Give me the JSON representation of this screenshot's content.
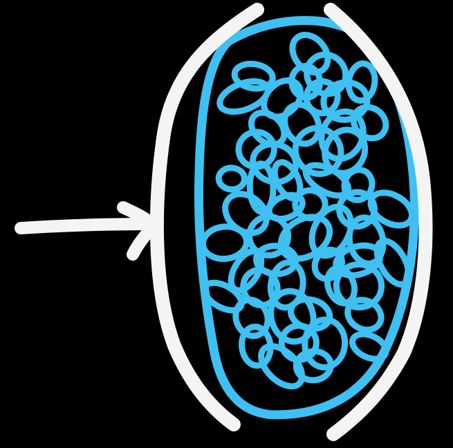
{
  "diagram": {
    "background_color": "#000000",
    "outline_color": "#f4f4f4",
    "scribble_color": "#3ec0f2",
    "elements": [
      {
        "name": "pointer-arrow",
        "kind": "arrow",
        "direction": "right"
      },
      {
        "name": "outer-boundary",
        "kind": "open-outline",
        "shape": "oval"
      },
      {
        "name": "inner-scribble",
        "kind": "loop-scribble",
        "shape": "oval"
      }
    ]
  }
}
